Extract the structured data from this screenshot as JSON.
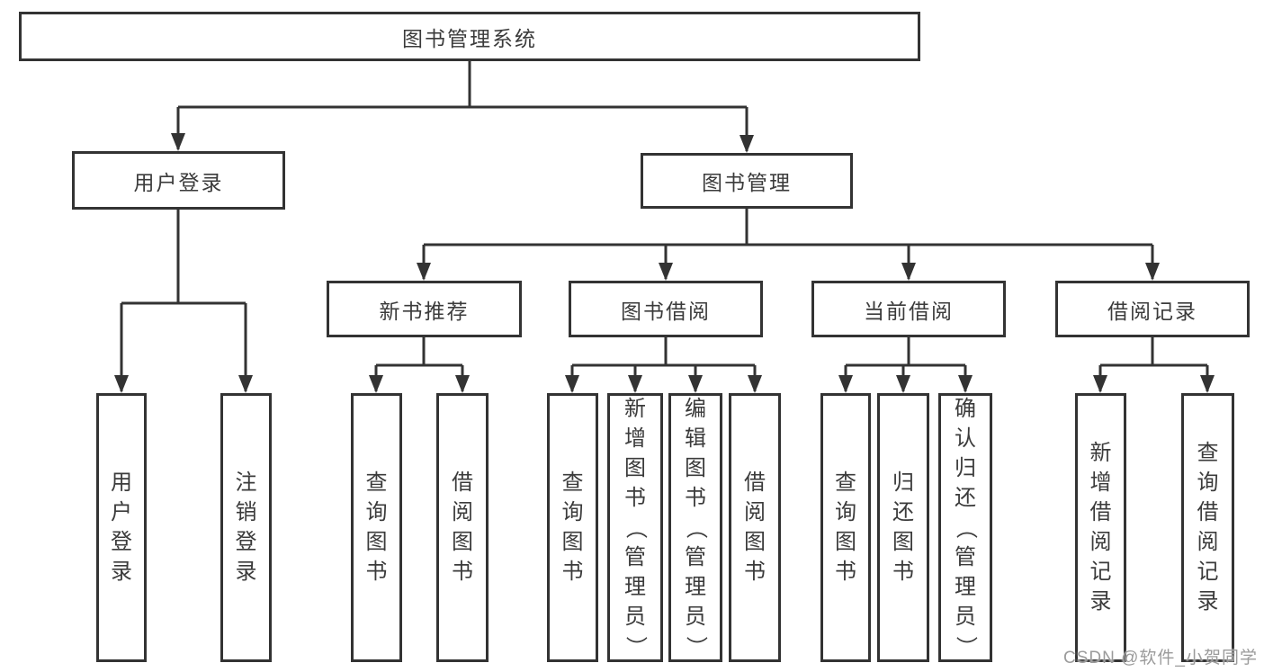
{
  "tree": {
    "label": "图书管理系统",
    "children": [
      {
        "label": "用户登录",
        "children": [
          {
            "label": "用户登录"
          },
          {
            "label": "注销登录"
          }
        ]
      },
      {
        "label": "图书管理",
        "children": [
          {
            "label": "新书推荐",
            "children": [
              {
                "label": "查询图书"
              },
              {
                "label": "借阅图书"
              }
            ]
          },
          {
            "label": "图书借阅",
            "children": [
              {
                "label": "查询图书"
              },
              {
                "label": "新增图书（管理员）"
              },
              {
                "label": "编辑图书（管理员）"
              },
              {
                "label": "借阅图书"
              }
            ]
          },
          {
            "label": "当前借阅",
            "children": [
              {
                "label": "查询图书"
              },
              {
                "label": "归还图书"
              },
              {
                "label": "确认归还（管理员）"
              }
            ]
          },
          {
            "label": "借阅记录",
            "children": [
              {
                "label": "新增借阅记录"
              },
              {
                "label": "查询借阅记录"
              }
            ]
          }
        ]
      }
    ]
  },
  "watermark": {
    "text": "CSDN @软件_小贺同学"
  },
  "colors": {
    "border": "#333333",
    "line": "#333333",
    "text": "#3b3b3b",
    "watermark": "#9b9b9b",
    "background": "#ffffff"
  }
}
